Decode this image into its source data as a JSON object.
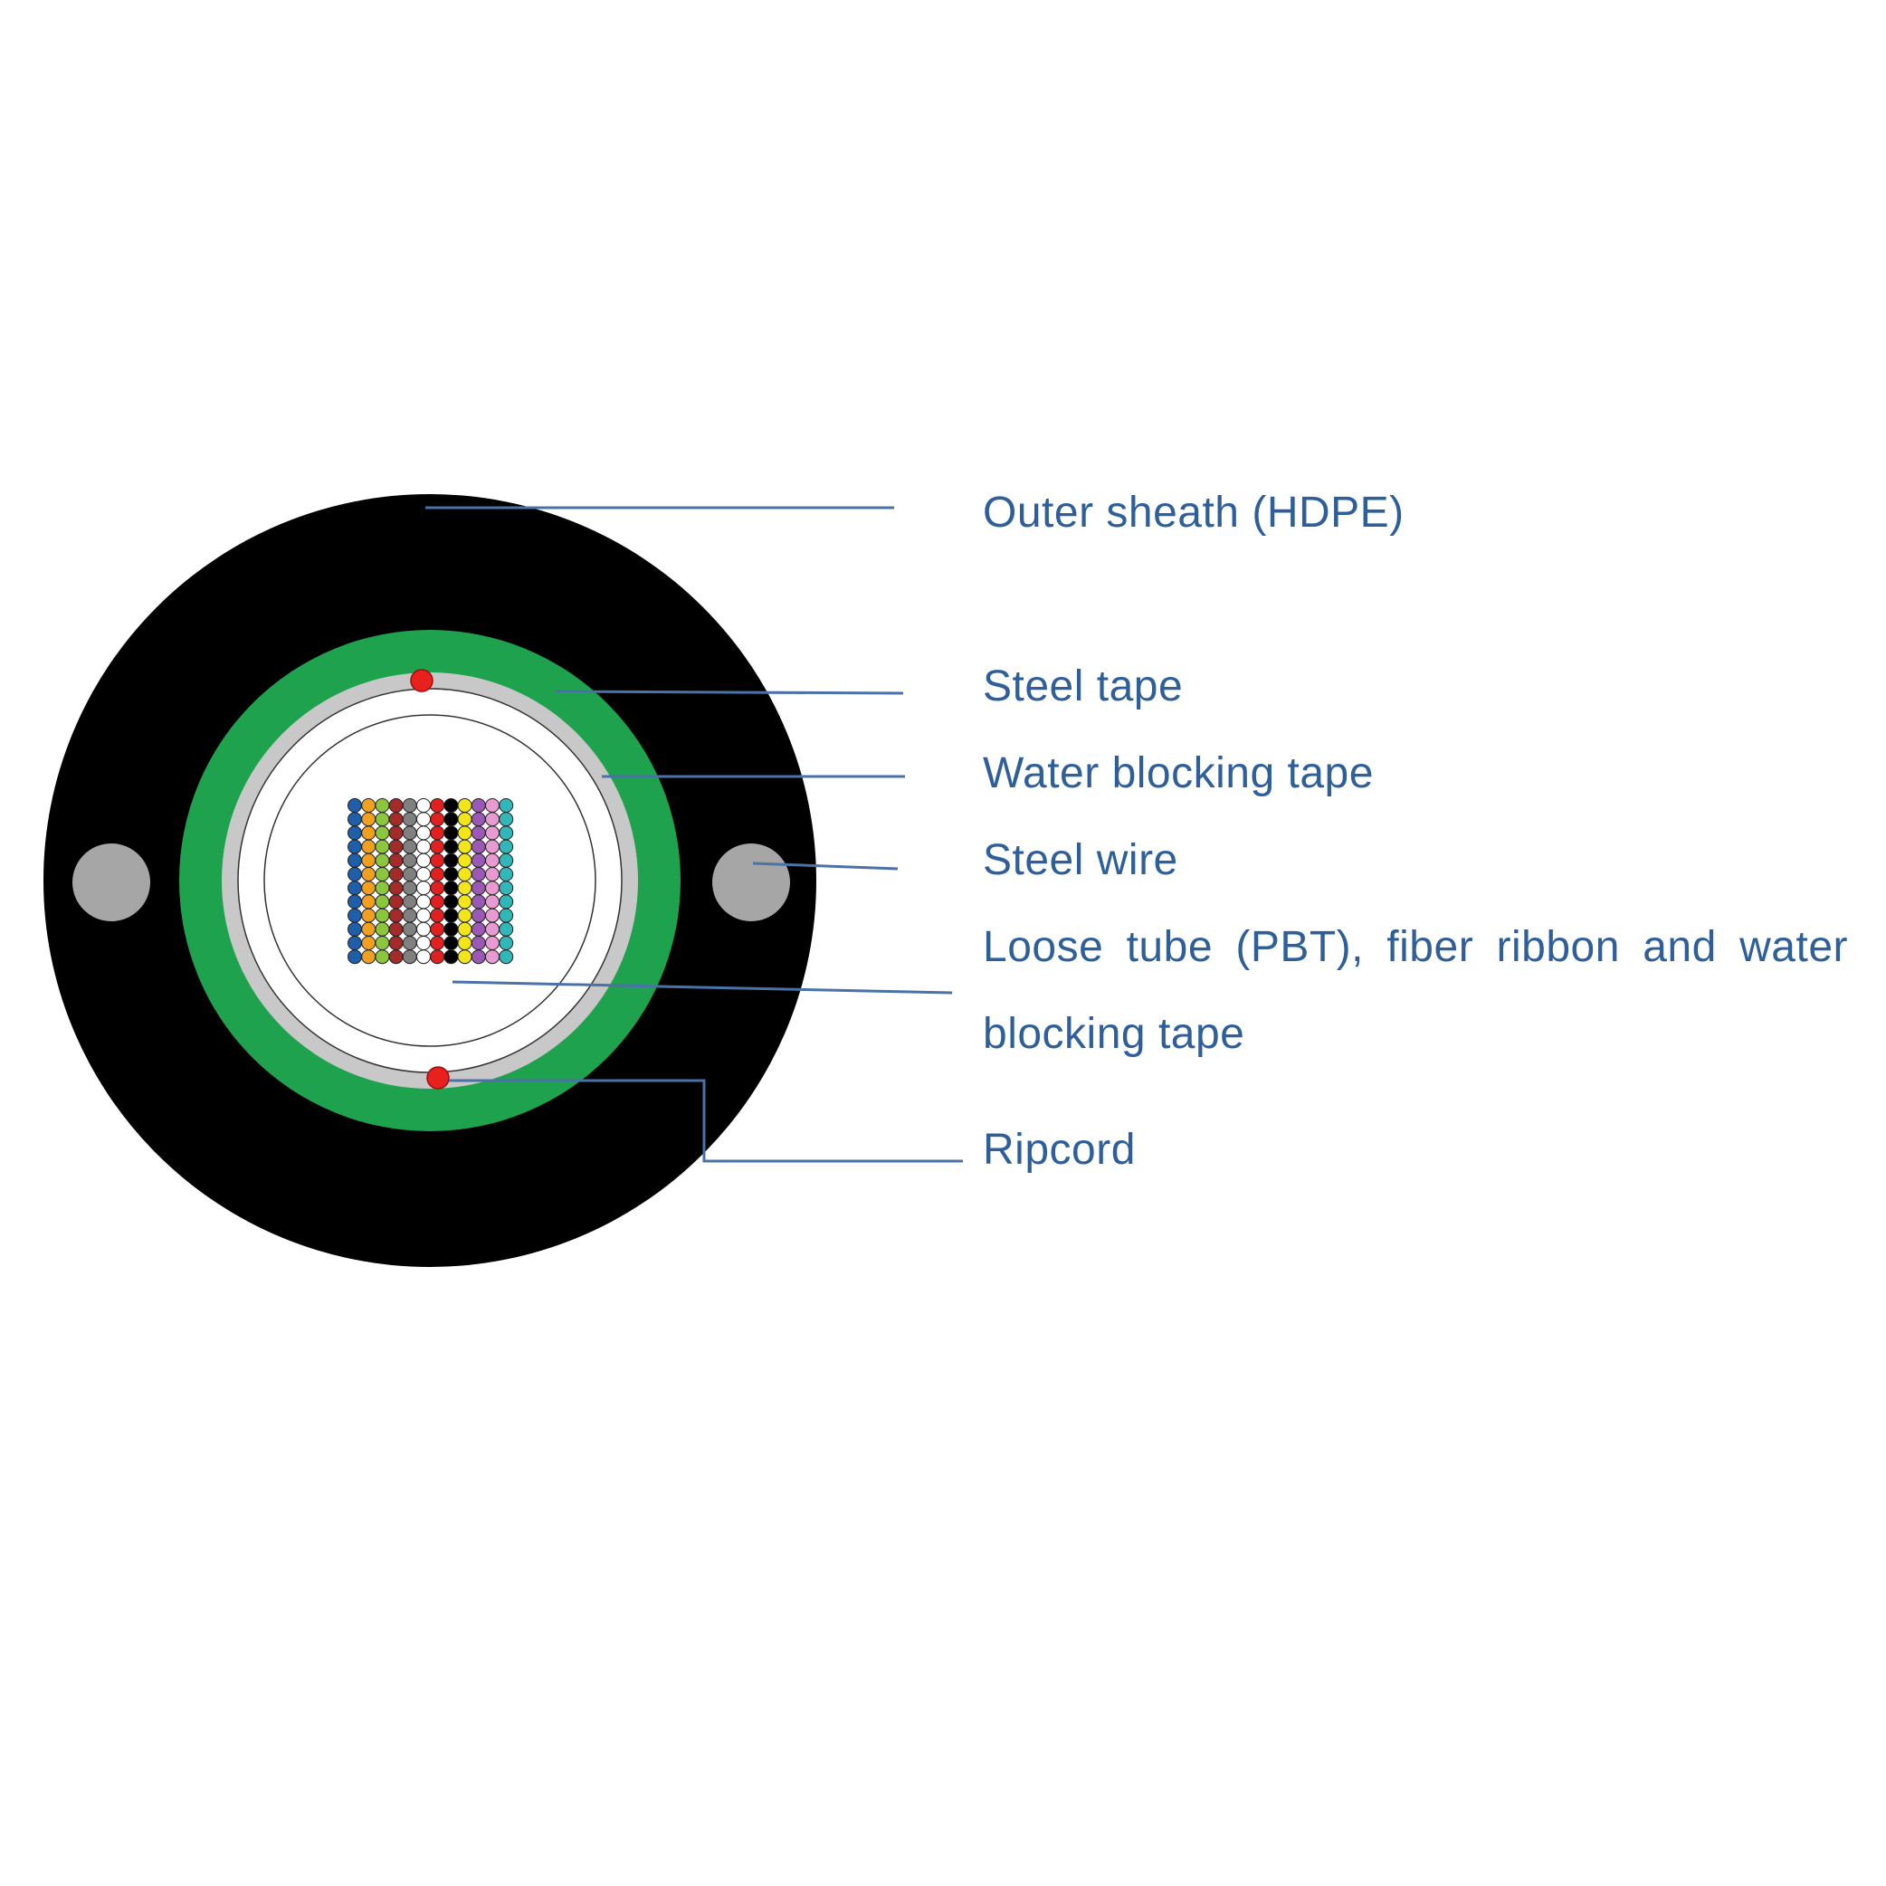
{
  "labels": {
    "outer_sheath": "Outer sheath (HDPE)",
    "steel_tape": "Steel tape",
    "water_blocking_tape": "Water blocking tape",
    "steel_wire": "Steel wire",
    "loose_tube": "Loose tube (PBT), fiber ribbon and water blocking tape",
    "ripcord": "Ripcord"
  },
  "colors": {
    "label_text": "#2e5f9a",
    "leader_line": "#4a72a8",
    "outer_sheath": "#000000",
    "steel_tape": "#1fa24d",
    "water_blocking_tape": "#c8c8c8",
    "steel_wire": "#a6a6a6",
    "ripcord": "#e8201e",
    "loose_tube": "#ffffff"
  },
  "fiber_ribbon": {
    "rows": 12,
    "fiber_colors": [
      "#1f5ea8",
      "#f0a020",
      "#8cc63f",
      "#a52a2a",
      "#808080",
      "#ffffff",
      "#e32020",
      "#000000",
      "#f2e61a",
      "#9b59b6",
      "#e89bd0",
      "#31b7b7"
    ]
  }
}
